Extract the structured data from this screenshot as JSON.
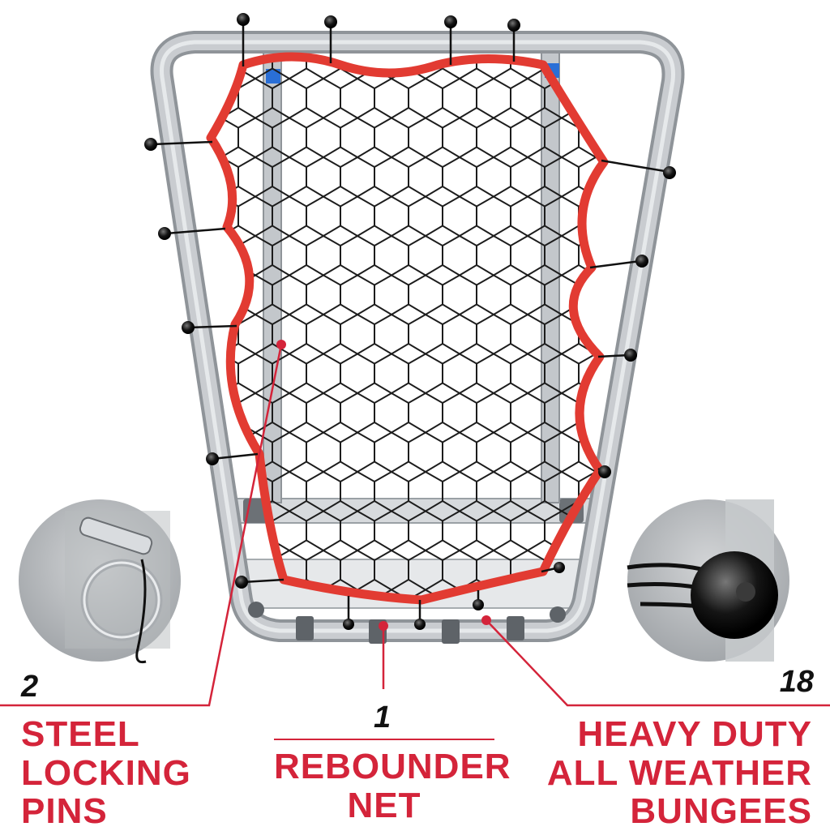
{
  "colors": {
    "accent": "#d4243a",
    "frame": "#bfc3c7",
    "frame_dark": "#8f9499",
    "net": "#1c1c1c",
    "trim": "#e23b32",
    "text": "#111111"
  },
  "callouts": [
    {
      "count": "2",
      "label": "STEEL\nLOCKING\nPINS"
    },
    {
      "count": "1",
      "label": "REBOUNDER\nNET"
    },
    {
      "count": "18",
      "label": "HEAVY DUTY\nALL WEATHER\nBUNGEES"
    }
  ]
}
